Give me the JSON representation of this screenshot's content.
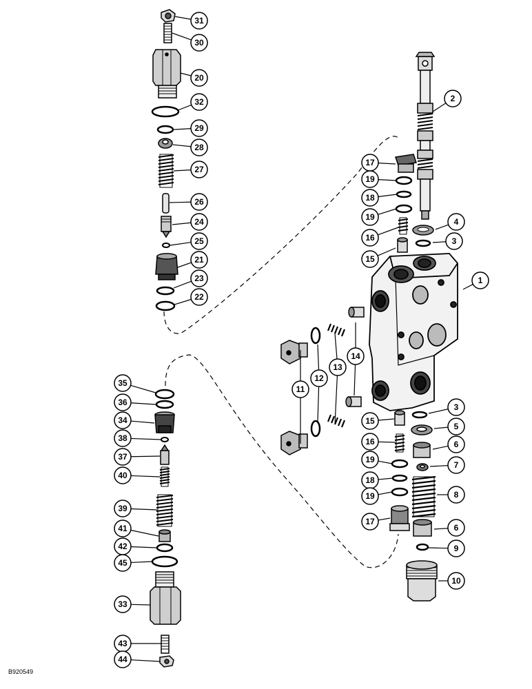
{
  "figure_id": "B920549",
  "callouts": [
    {
      "n": "1",
      "label": "1"
    },
    {
      "n": "2",
      "label": "2"
    },
    {
      "n": "3",
      "label": "3"
    },
    {
      "n": "3b",
      "label": "3"
    },
    {
      "n": "4",
      "label": "4"
    },
    {
      "n": "5",
      "label": "5"
    },
    {
      "n": "6",
      "label": "6"
    },
    {
      "n": "6b",
      "label": "6"
    },
    {
      "n": "7",
      "label": "7"
    },
    {
      "n": "8",
      "label": "8"
    },
    {
      "n": "9",
      "label": "9"
    },
    {
      "n": "10",
      "label": "10"
    },
    {
      "n": "11",
      "label": "11"
    },
    {
      "n": "12",
      "label": "12"
    },
    {
      "n": "13",
      "label": "13"
    },
    {
      "n": "14",
      "label": "14"
    },
    {
      "n": "15",
      "label": "15"
    },
    {
      "n": "15b",
      "label": "15"
    },
    {
      "n": "16",
      "label": "16"
    },
    {
      "n": "16b",
      "label": "16"
    },
    {
      "n": "17",
      "label": "17"
    },
    {
      "n": "17b",
      "label": "17"
    },
    {
      "n": "18",
      "label": "18"
    },
    {
      "n": "18b",
      "label": "18"
    },
    {
      "n": "19",
      "label": "19"
    },
    {
      "n": "19b",
      "label": "19"
    },
    {
      "n": "19c",
      "label": "19"
    },
    {
      "n": "19d",
      "label": "19"
    },
    {
      "n": "20",
      "label": "20"
    },
    {
      "n": "21",
      "label": "21"
    },
    {
      "n": "22",
      "label": "22"
    },
    {
      "n": "23",
      "label": "23"
    },
    {
      "n": "24",
      "label": "24"
    },
    {
      "n": "25",
      "label": "25"
    },
    {
      "n": "26",
      "label": "26"
    },
    {
      "n": "27",
      "label": "27"
    },
    {
      "n": "28",
      "label": "28"
    },
    {
      "n": "29",
      "label": "29"
    },
    {
      "n": "30",
      "label": "30"
    },
    {
      "n": "31",
      "label": "31"
    },
    {
      "n": "32",
      "label": "32"
    },
    {
      "n": "33",
      "label": "33"
    },
    {
      "n": "34",
      "label": "34"
    },
    {
      "n": "35",
      "label": "35"
    },
    {
      "n": "36",
      "label": "36"
    },
    {
      "n": "37",
      "label": "37"
    },
    {
      "n": "38",
      "label": "38"
    },
    {
      "n": "39",
      "label": "39"
    },
    {
      "n": "40",
      "label": "40"
    },
    {
      "n": "41",
      "label": "41"
    },
    {
      "n": "42",
      "label": "42"
    },
    {
      "n": "43",
      "label": "43"
    },
    {
      "n": "44",
      "label": "44"
    },
    {
      "n": "45",
      "label": "45"
    }
  ]
}
